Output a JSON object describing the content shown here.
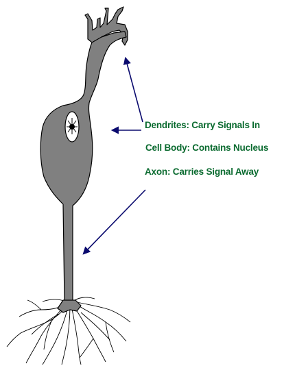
{
  "colors": {
    "cell_fill": "#808080",
    "outline": "#000000",
    "arrow": "#0a0a6e",
    "label_text": "#0b6b30",
    "nucleus_fill": "#ffffff"
  },
  "labels": {
    "dendrites": "Dendrites: Carry Signals In",
    "cell_body": "Cell Body: Contains Nucleus",
    "axon": "Axon: Carries Signal Away"
  }
}
